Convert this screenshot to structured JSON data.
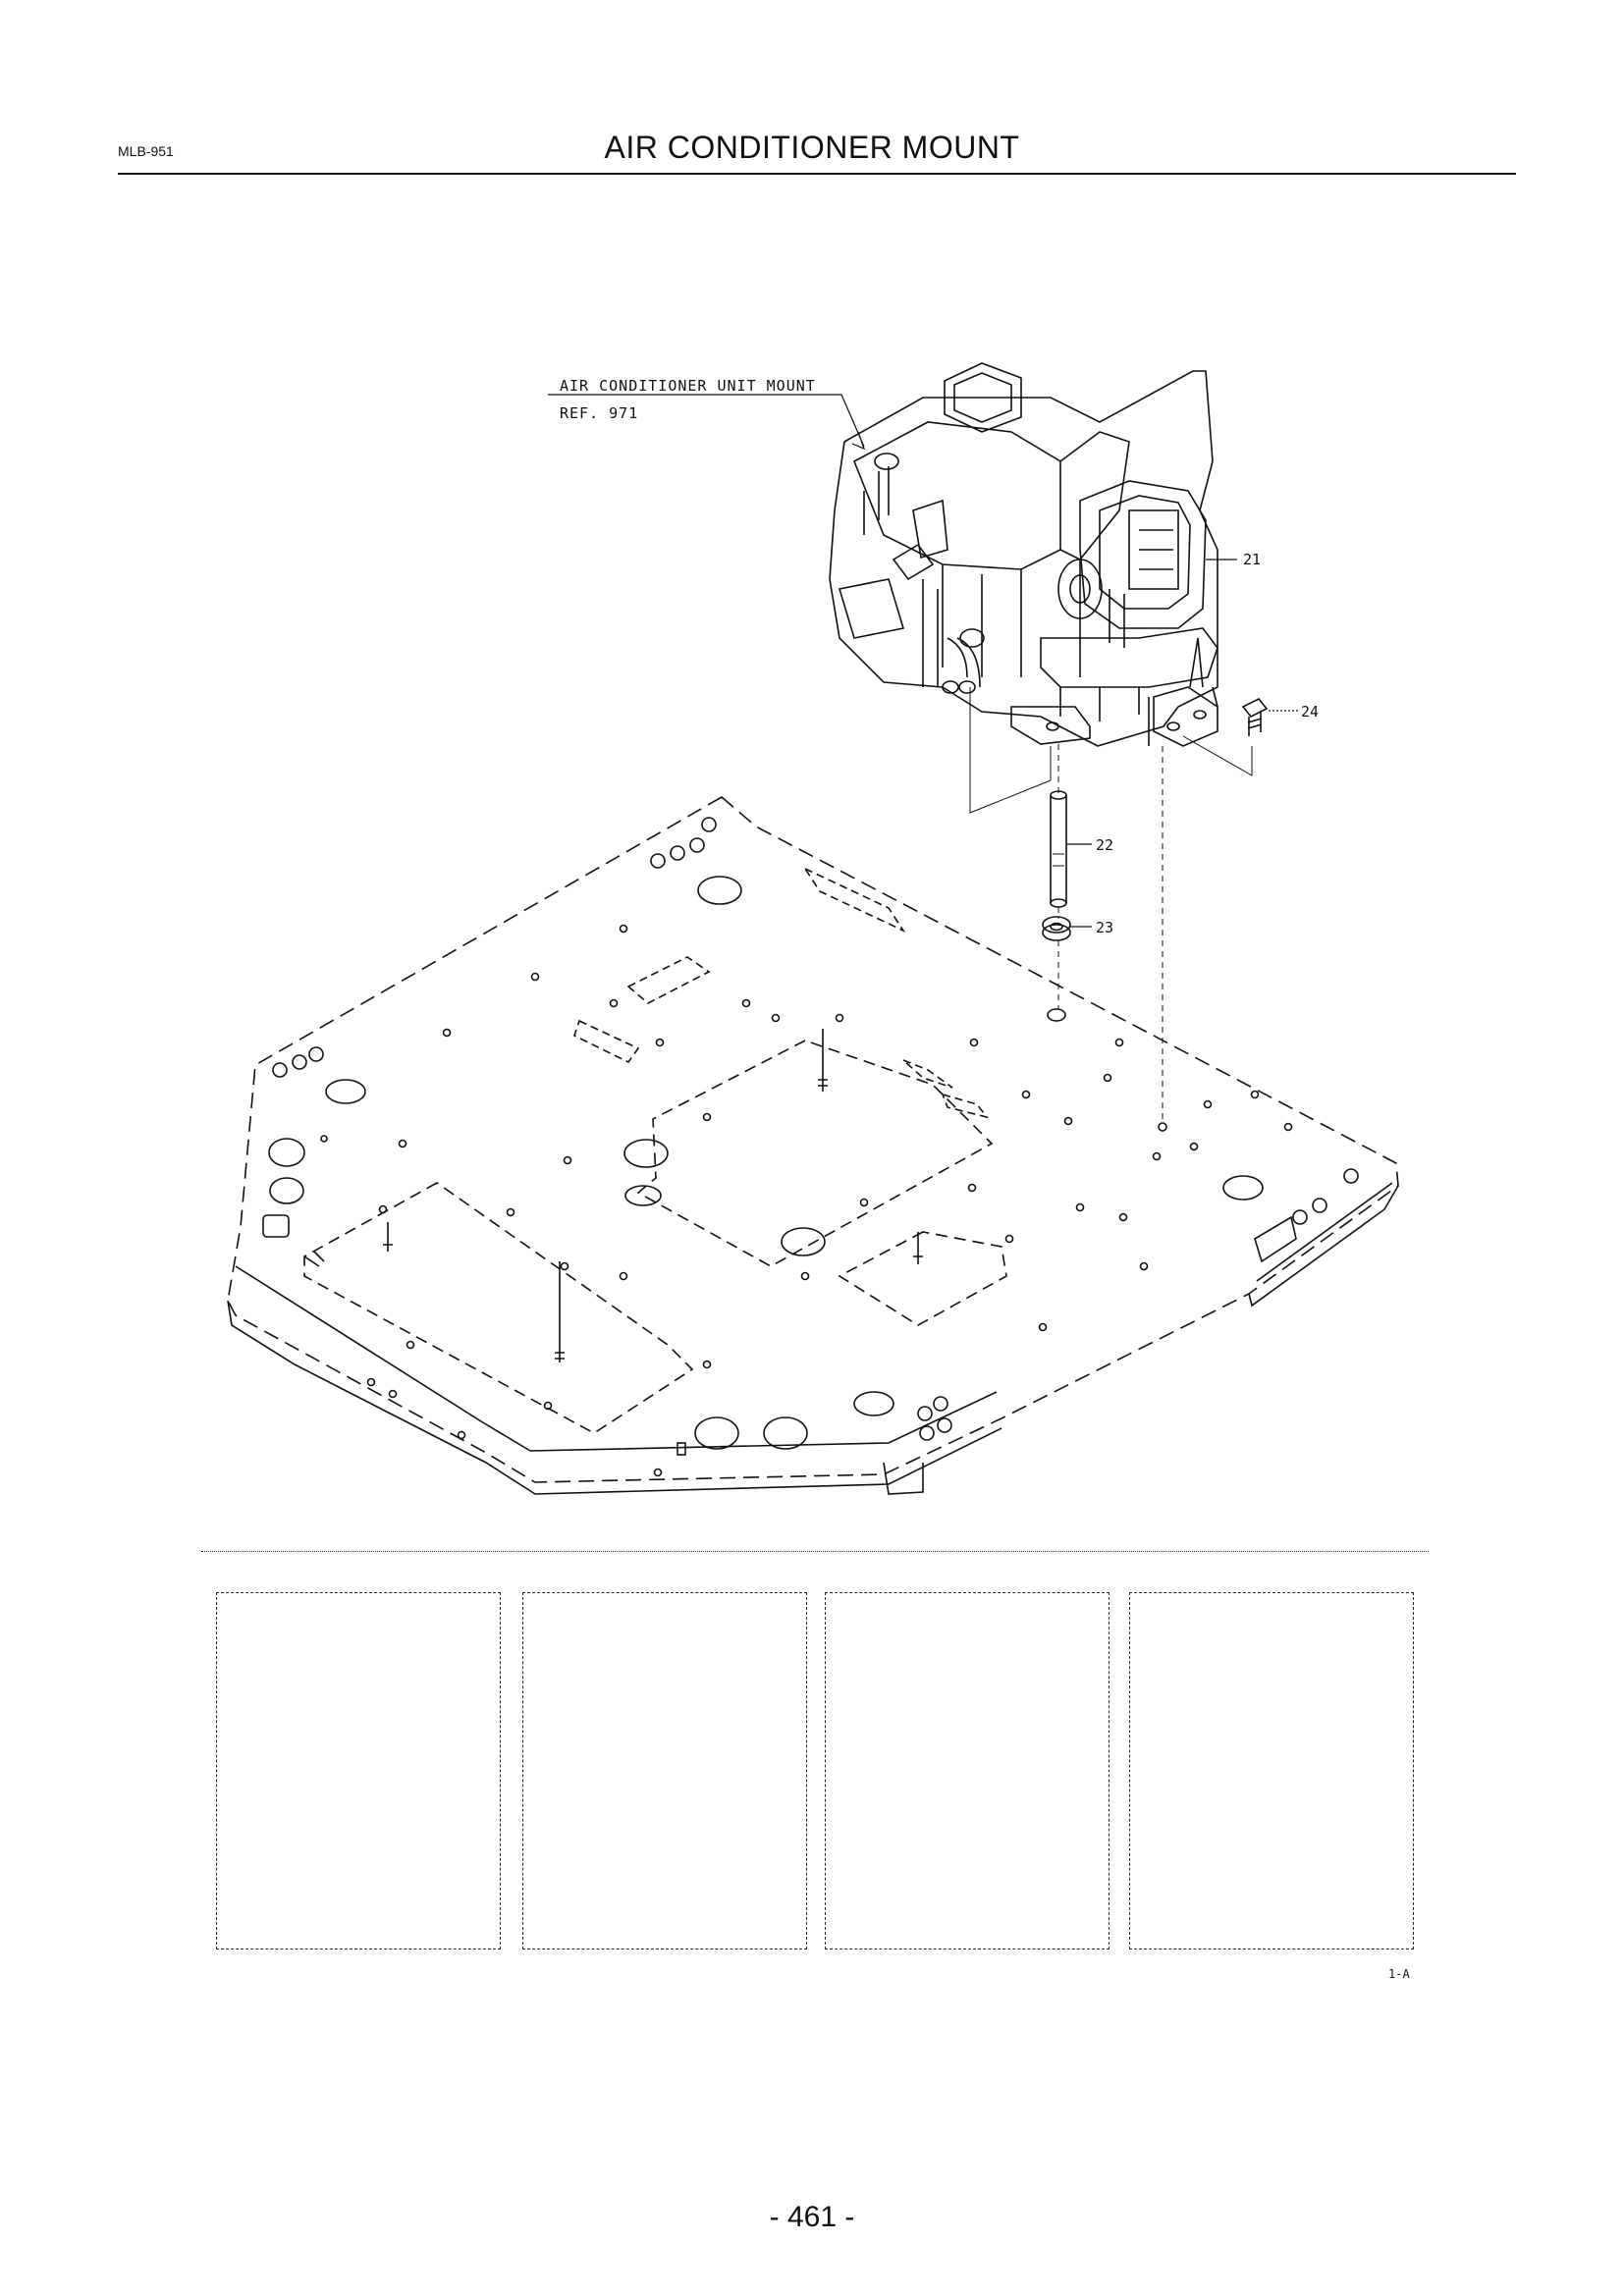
{
  "header": {
    "doc_code": "MLB-951",
    "title": "AIR CONDITIONER MOUNT"
  },
  "callout": {
    "line1": "AIR CONDITIONER UNIT MOUNT",
    "line2": "REF. 971"
  },
  "parts": [
    {
      "ref": "21"
    },
    {
      "ref": "22"
    },
    {
      "ref": "23"
    },
    {
      "ref": "24"
    }
  ],
  "figure_id": "1-A",
  "footer": {
    "page_number": "- 461 -"
  }
}
